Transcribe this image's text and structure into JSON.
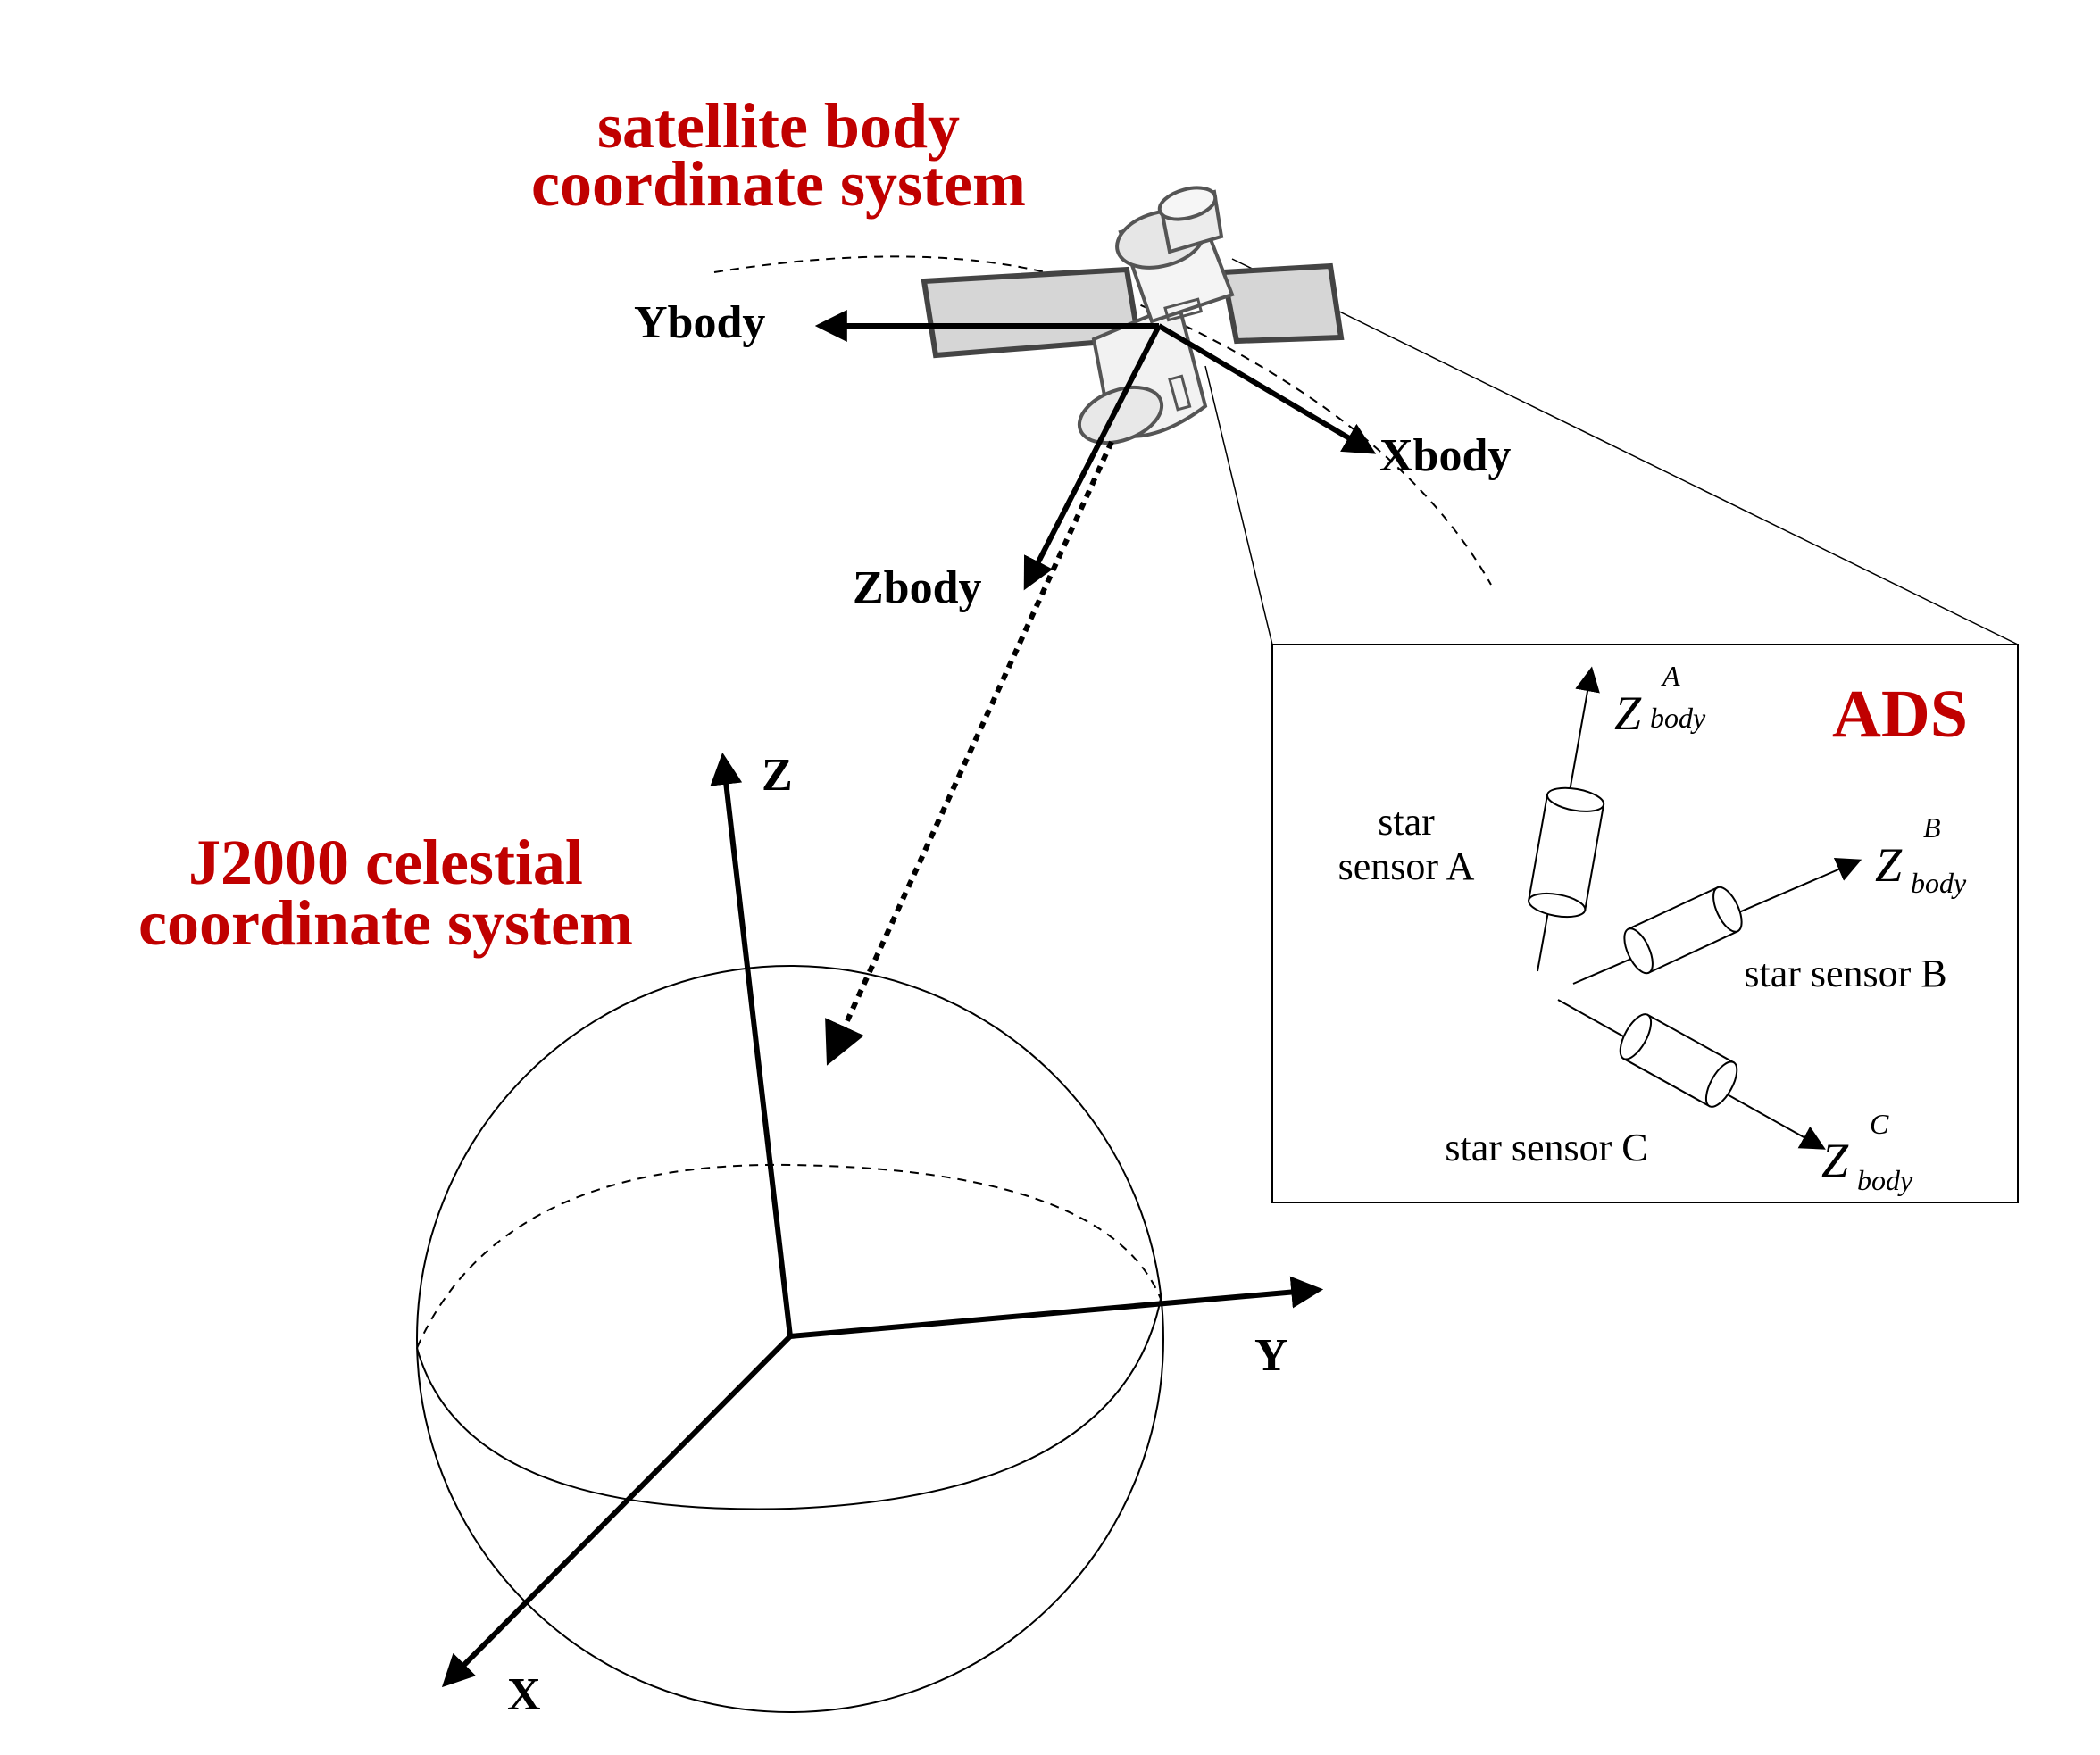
{
  "satellite_title": {
    "line1": "satellite body",
    "line2": "coordinate system"
  },
  "j2000_title": {
    "line1": "J2000 celestial",
    "line2": "coordinate system"
  },
  "body_axes": {
    "x": "Xbody",
    "y": "Ybody",
    "z": "Zbody"
  },
  "celestial_axes": {
    "x": "X",
    "y": "Y",
    "z": "Z"
  },
  "ads": {
    "title": "ADS",
    "sensor_a": {
      "line1": "star",
      "line2": "sensor A"
    },
    "sensor_b": "star sensor B",
    "sensor_c": "star sensor C",
    "axis_symbol": "Z",
    "axis_subscript": "body",
    "axis_a_superscript": "A",
    "axis_b_superscript": "B",
    "axis_c_superscript": "C"
  },
  "colors": {
    "title_red": "#c00000",
    "panel_gray": "#d6d6d6",
    "line": "#000000"
  }
}
